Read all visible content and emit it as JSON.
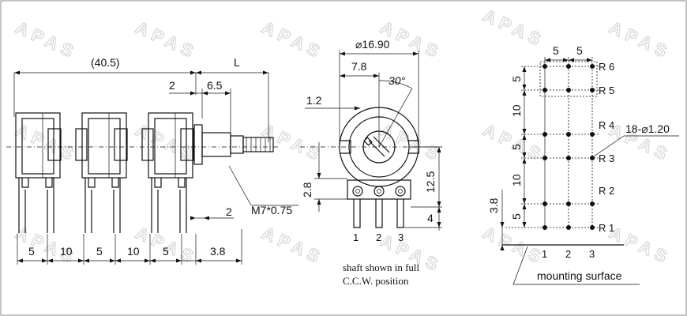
{
  "watermark": "APAS",
  "side_view": {
    "dim_overall": "(40.5)",
    "dim_L": "L",
    "dim_2_top": "2",
    "dim_6_5": "6.5",
    "thread": "M7*0.75",
    "dim_2_bottom": "2",
    "bottom_dims": [
      "5",
      "10",
      "5",
      "10",
      "5",
      "3.8"
    ]
  },
  "front_view": {
    "dia": "⌀16.90",
    "dim_7_8": "7.8",
    "angle": "30°",
    "dim_1_2": "1.2",
    "dim_2_8": "2.8",
    "dim_12_5": "12.5",
    "dim_4": "4",
    "pins": [
      "1",
      "2",
      "3"
    ],
    "note_line1": "shaft shown in full",
    "note_line2": "C.C.W. position"
  },
  "hole_view": {
    "top_dims": [
      "5",
      "5"
    ],
    "rows": [
      "R 6",
      "R 5",
      "R 4",
      "R 3",
      "R 2",
      "R 1"
    ],
    "left_dims": [
      "5",
      "10",
      "5",
      "10",
      "5"
    ],
    "dim_3_8": "3.8",
    "hole_spec": "18-⌀1.20",
    "cols": [
      "1",
      "2",
      "3"
    ],
    "surface": "mounting surface"
  }
}
